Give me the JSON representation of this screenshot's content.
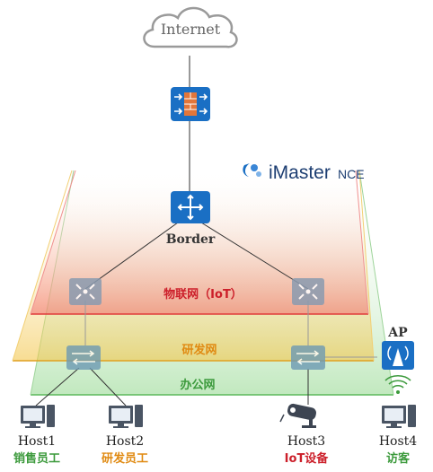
{
  "internet_label": "Internet",
  "brand": {
    "name": "iMaster",
    "suffix": "NCE"
  },
  "border_label": "Border",
  "planes": {
    "iot": {
      "label": "物联网（IoT）",
      "color": "#cc1f2a"
    },
    "rnd": {
      "label": "研发网",
      "color": "#e08a12"
    },
    "office": {
      "label": "办公网",
      "color": "#3c9a3c"
    }
  },
  "ap_label": "AP",
  "hosts": [
    {
      "name": "Host1",
      "role": "销售员工",
      "role_color": "#3c9a3c"
    },
    {
      "name": "Host2",
      "role": "研发员工",
      "role_color": "#e08a12"
    },
    {
      "name": "Host3",
      "role": "IoT设备",
      "role_color": "#cc1f2a"
    },
    {
      "name": "Host4",
      "role": "访客",
      "role_color": "#3c9a3c"
    }
  ],
  "colors": {
    "device_blue": "#1a6fc4",
    "device_grey": "#8a9bb0",
    "firewall_brick": "#e2763a"
  }
}
